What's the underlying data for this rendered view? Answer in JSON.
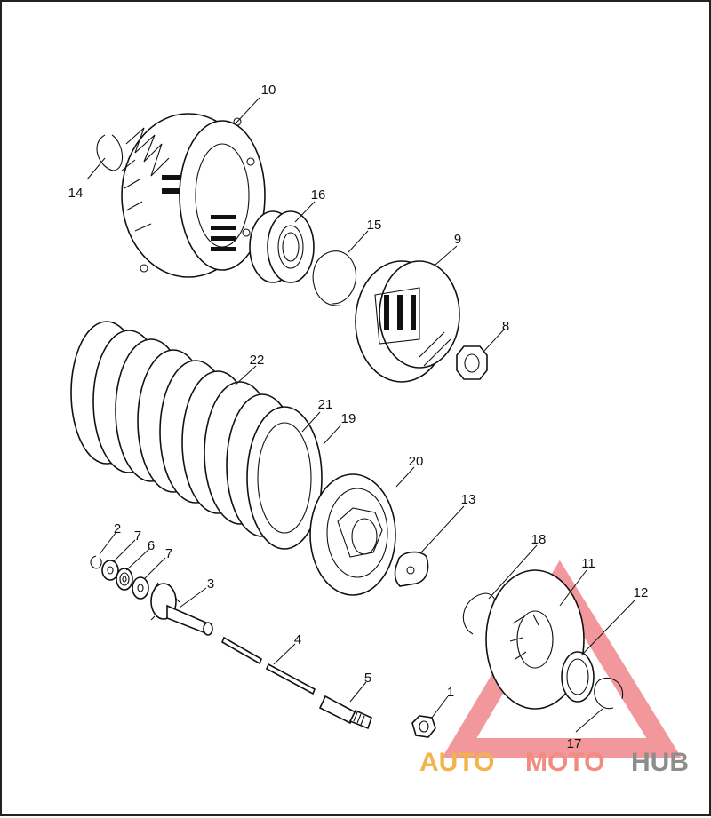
{
  "callouts": [
    {
      "id": "c1",
      "text": "1"
    },
    {
      "id": "c2",
      "text": "2"
    },
    {
      "id": "c3",
      "text": "3"
    },
    {
      "id": "c4",
      "text": "4"
    },
    {
      "id": "c5",
      "text": "5"
    },
    {
      "id": "c6",
      "text": "6"
    },
    {
      "id": "c7a",
      "text": "7"
    },
    {
      "id": "c7b",
      "text": "7"
    },
    {
      "id": "c8",
      "text": "8"
    },
    {
      "id": "c9",
      "text": "9"
    },
    {
      "id": "c10",
      "text": "10"
    },
    {
      "id": "c11",
      "text": "11"
    },
    {
      "id": "c12",
      "text": "12"
    },
    {
      "id": "c13",
      "text": "13"
    },
    {
      "id": "c14",
      "text": "14"
    },
    {
      "id": "c15",
      "text": "15"
    },
    {
      "id": "c16",
      "text": "16"
    },
    {
      "id": "c17",
      "text": "17"
    },
    {
      "id": "c18",
      "text": "18"
    },
    {
      "id": "c19",
      "text": "19"
    },
    {
      "id": "c20",
      "text": "20"
    },
    {
      "id": "c21",
      "text": "21"
    },
    {
      "id": "c22",
      "text": "22"
    }
  ],
  "watermark": {
    "part1": "AUTO",
    "part2": "MOTO",
    "part3": "HUB",
    "colors": {
      "auto": "#f2b24c",
      "moto": "#f28b82",
      "hub": "#8d8d8d",
      "triangle": "#e8434b"
    }
  }
}
